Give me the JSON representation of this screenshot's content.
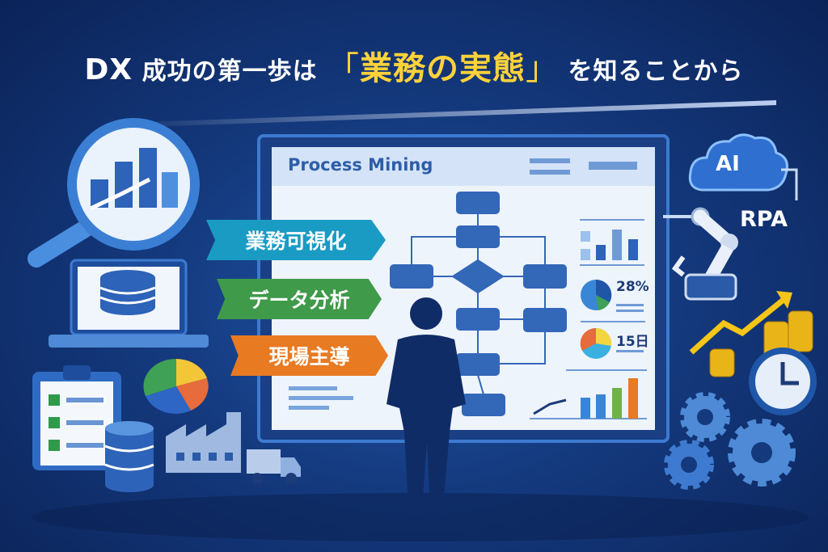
{
  "headline": {
    "prefix": "DX",
    "lead": "成功の第一歩は",
    "open_bracket": "「",
    "highlight": "業務の実態",
    "close_bracket": "」",
    "suffix": "を知ることから"
  },
  "board": {
    "title": "Process Mining",
    "stat_percent": "28%",
    "stat_days": "15日"
  },
  "ribbons": [
    {
      "label": "業務可視化",
      "color": "#1a9bc4"
    },
    {
      "label": "データ分析",
      "color": "#3f9a4a"
    },
    {
      "label": "現場主導",
      "color": "#e87a22"
    }
  ],
  "badges": {
    "ai": "AI",
    "rpa": "RPA"
  },
  "colors": {
    "accent": "#ffd23a",
    "background": "#14397d"
  }
}
